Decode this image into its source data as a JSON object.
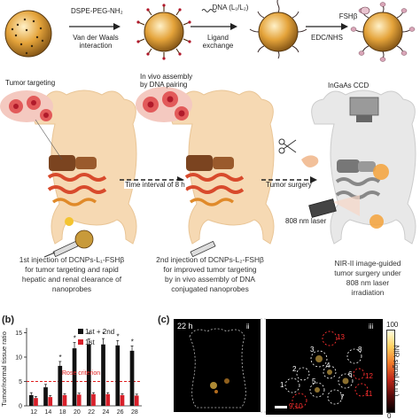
{
  "top_steps": {
    "step1_reagent": "DSPE-PEG-NH₂",
    "step1_process": "Van der Waals\ninteraction",
    "step2_reagent": "DNA (L₁/L₂)",
    "step2_process": "Ligand\nexchange",
    "step3_reagent": "FSHβ",
    "step3_process": "EDC/NHS"
  },
  "schematic": {
    "tumor_targeting": "Tumor targeting",
    "in_vivo_assembly": "In vivo assembly\nby DNA pairing",
    "ingaas": "InGaAs CCD",
    "time_interval": "Time interval of 8 h",
    "tumor_surgery": "Tumor surgery",
    "laser": "808 nm laser"
  },
  "captions": {
    "cap1": "1st injection of DCNPs-L₁-FSHβ\nfor tumor targeting and rapid\nhepatic and renal clearance of\nnanoprobes",
    "cap2": "2nd injection of DCNPs-L₂-FSHβ\nfor improved tumor targeting\nby in vivo assembly of DNA\nconjugated nanoprobes",
    "cap3": "NIR-II image-guided\ntumor surgery under\n808 nm laser\nirradiation"
  },
  "panel_b": {
    "tag": "(b)",
    "ylabel": "Tumor/normal tissue ratio",
    "legend1": "1st + 2nd",
    "legend2": "1st",
    "threshold_label": "Rose criterion",
    "sig": "*"
  },
  "panel_c": {
    "tag": "(c)",
    "time_label": "22 h",
    "sub2": "ii",
    "sub3": "iii",
    "cbar_max": "100",
    "cbar_min": "0",
    "cbar_label": "NIR signal (a.u.)",
    "roi_labels": [
      "1",
      "2",
      "3",
      "4",
      "5",
      "6",
      "7",
      "8",
      "9,10",
      "11",
      "12",
      "13"
    ]
  },
  "colors": {
    "black_bar": "#111111",
    "red_bar": "#d8202a",
    "threshold": "#e01d1d",
    "mouse": "#f6d9b3",
    "liver": "#7b4420",
    "gut": "#d84a2c"
  },
  "chart_data": {
    "type": "bar",
    "categories": [
      "12",
      "14",
      "18",
      "20",
      "22",
      "24",
      "26",
      "28"
    ],
    "series": [
      {
        "name": "1st + 2nd",
        "values": [
          2.2,
          3.8,
          8.2,
          11.8,
          12.6,
          12.6,
          12.4,
          11.3
        ],
        "errors": [
          0.5,
          0.6,
          0.9,
          1.2,
          1.1,
          1.2,
          1.0,
          1.0
        ]
      },
      {
        "name": "1st",
        "values": [
          1.6,
          1.8,
          2.2,
          2.3,
          2.4,
          2.4,
          2.2,
          2.1
        ],
        "errors": [
          0.3,
          0.3,
          0.3,
          0.3,
          0.3,
          0.3,
          0.3,
          0.3
        ]
      }
    ],
    "significant": [
      false,
      false,
      true,
      true,
      true,
      true,
      true,
      true
    ],
    "threshold": 5,
    "ylim": [
      0,
      16
    ],
    "yticks": [
      0,
      5,
      10,
      15
    ],
    "xlabel": "",
    "ylabel": "Tumor/normal tissue ratio",
    "legend": "top-right",
    "title": ""
  }
}
